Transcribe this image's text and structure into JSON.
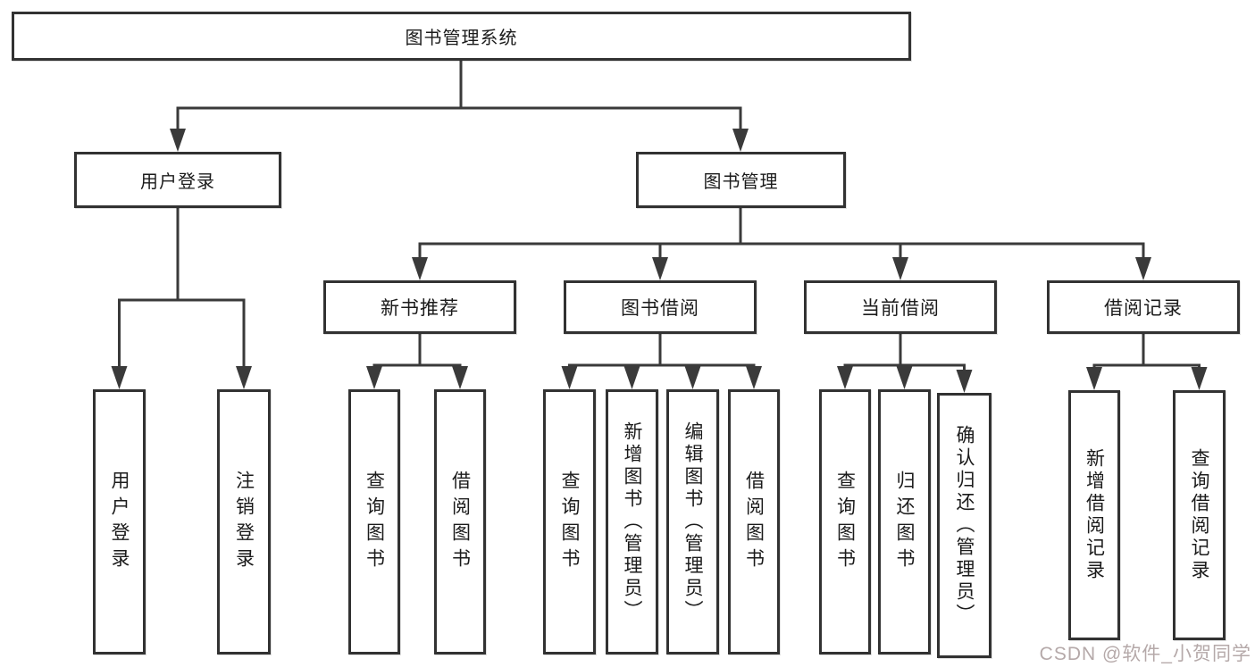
{
  "diagram_title": "图书管理系统",
  "tree": {
    "label": "图书管理系统",
    "children": [
      {
        "label": "用户登录",
        "children": [
          {
            "label": "用户登录"
          },
          {
            "label": "注销登录"
          }
        ]
      },
      {
        "label": "图书管理",
        "children": [
          {
            "label": "新书推荐",
            "children": [
              {
                "label": "查询图书"
              },
              {
                "label": "借阅图书"
              }
            ]
          },
          {
            "label": "图书借阅",
            "children": [
              {
                "label": "查询图书"
              },
              {
                "label": "新增图书（管理员）"
              },
              {
                "label": "编辑图书（管理员）"
              },
              {
                "label": "借阅图书"
              }
            ]
          },
          {
            "label": "当前借阅",
            "children": [
              {
                "label": "查询图书"
              },
              {
                "label": "归还图书"
              },
              {
                "label": "确认归还（管理员）"
              }
            ]
          },
          {
            "label": "借阅记录",
            "children": [
              {
                "label": "新增借阅记录"
              },
              {
                "label": "查询借阅记录"
              }
            ]
          }
        ]
      }
    ]
  },
  "watermark": {
    "text": "CSDN @软件_小贺同学"
  },
  "colors": {
    "line": "#3a3a3a",
    "box_border": "#323232",
    "text": "#1b1b1b",
    "watermark": "#b5a9a9",
    "background": "#ffffff"
  }
}
